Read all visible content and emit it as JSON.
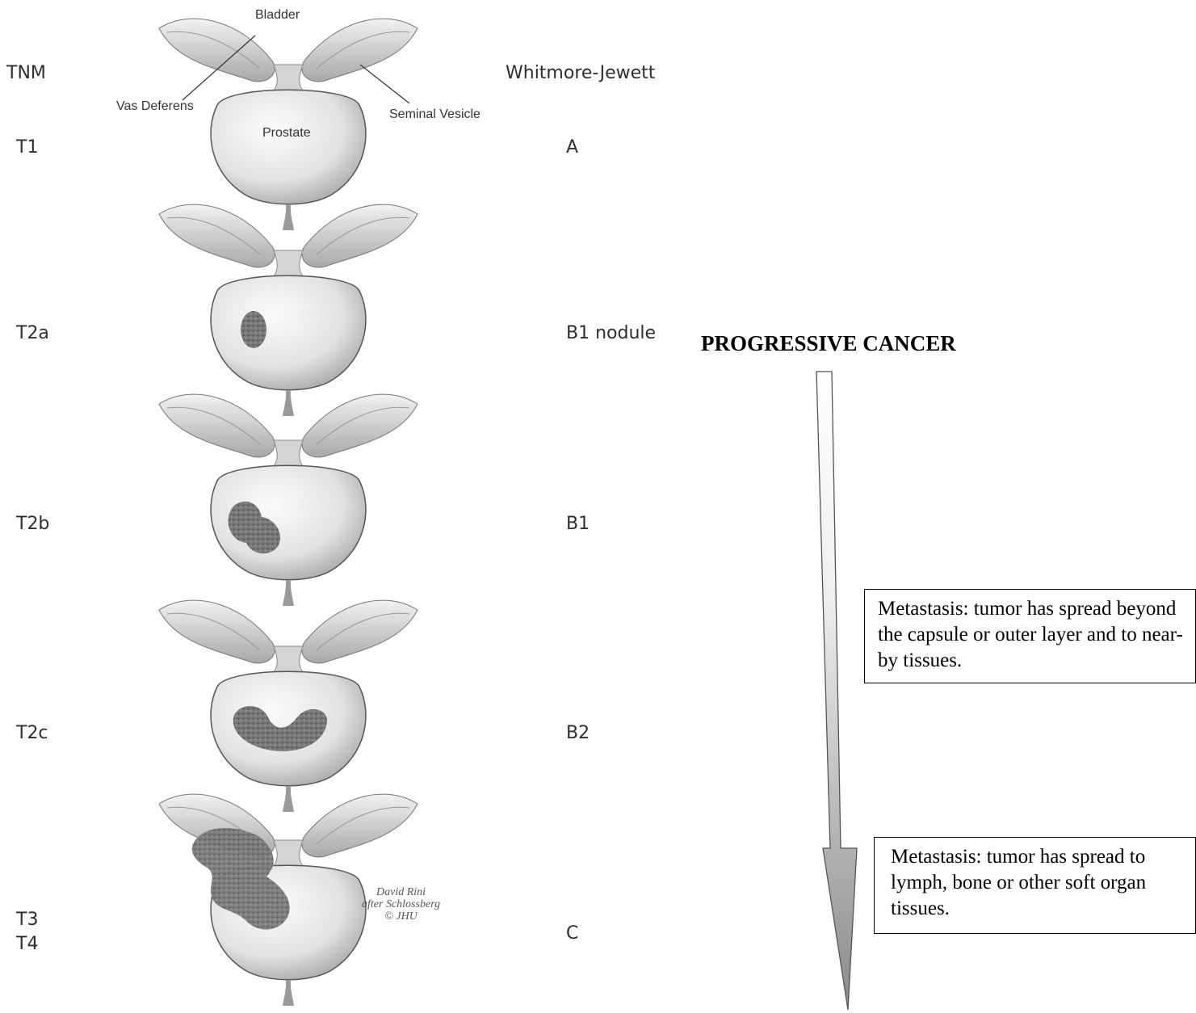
{
  "headers": {
    "tnm": "TNM",
    "whitmore": "Whitmore-Jewett"
  },
  "anatomy_labels": {
    "bladder": "Bladder",
    "vas_deferens": "Vas Deferens",
    "seminal_vesicle": "Seminal Vesicle",
    "prostate": "Prostate"
  },
  "stages": [
    {
      "tnm": "T1",
      "whitmore": "A"
    },
    {
      "tnm": "T2a",
      "whitmore": "B1 nodule"
    },
    {
      "tnm": "T2b",
      "whitmore": "B1"
    },
    {
      "tnm": "T2c",
      "whitmore": "B2"
    },
    {
      "tnm": "T3",
      "tnm2": "T4",
      "whitmore": "C"
    }
  ],
  "credit": {
    "line1": "David Rini",
    "line2": "after Schlossberg",
    "line3": "© JHU"
  },
  "progression": {
    "title": "PROGRESSIVE CANCER",
    "box1": "Metastasis: tumor has spread beyond the capsule or outer layer and to near-by tissues.",
    "box2": "Metastasis: tumor has spread to lymph, bone or other soft organ tissues."
  },
  "colors": {
    "tumor": "#6e6e6e",
    "gland": "#e6e6e6",
    "arrow_light": "#ffffff",
    "arrow_dark": "#8a8a8a"
  }
}
